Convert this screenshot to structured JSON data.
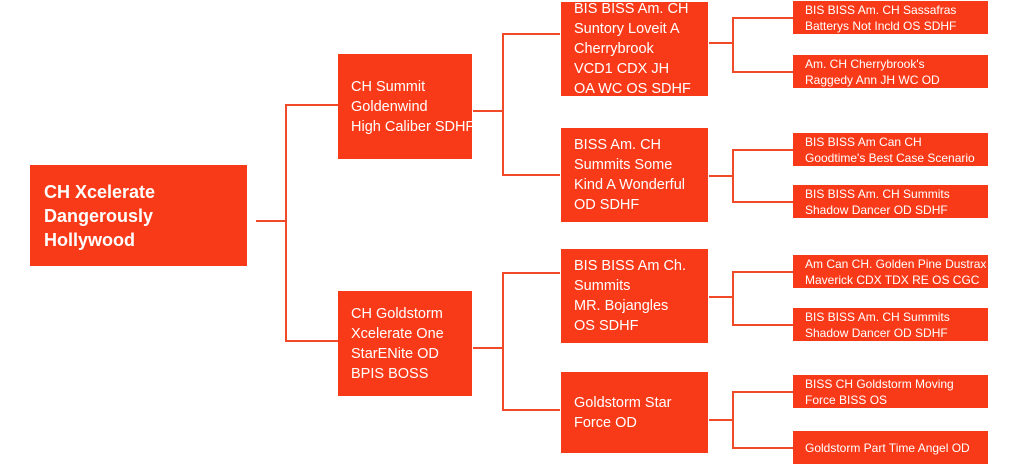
{
  "diagram": {
    "type": "pedigree-tree",
    "orientation": "left-to-right",
    "accent_color": "#f93a18",
    "connector_color": "#f04a28",
    "text_color": "#ffffff",
    "background_color": "#ffffff",
    "levels": 4
  },
  "root": {
    "id": "root",
    "lines": [
      "CH Xcelerate",
      "Dangerously",
      "Hollywood"
    ]
  },
  "level2": [
    {
      "id": "l2-0",
      "lines": [
        "CH Summit",
        "Goldenwind",
        "High Caliber SDHF"
      ]
    },
    {
      "id": "l2-1",
      "lines": [
        "CH Goldstorm",
        "Xcelerate One",
        "StarENite OD",
        "BPIS BOSS"
      ]
    }
  ],
  "level3": [
    {
      "id": "l3-0",
      "parent": "l2-0",
      "lines": [
        "BIS BISS Am. CH",
        "Suntory Loveit A",
        "Cherrybrook",
        "VCD1 CDX JH",
        "OA WC OS SDHF"
      ]
    },
    {
      "id": "l3-1",
      "parent": "l2-0",
      "lines": [
        "BISS Am. CH",
        "Summits Some",
        "Kind A Wonderful",
        "OD SDHF"
      ]
    },
    {
      "id": "l3-2",
      "parent": "l2-1",
      "lines": [
        "BIS BISS Am Ch.",
        "Summits",
        "MR. Bojangles",
        "OS SDHF"
      ]
    },
    {
      "id": "l3-3",
      "parent": "l2-1",
      "lines": [
        "Goldstorm Star",
        "Force OD"
      ]
    }
  ],
  "level4": [
    {
      "id": "l4-0",
      "parent": "l3-0",
      "lines": [
        "BIS BISS Am. CH Sassafras",
        "Batterys Not Incld OS SDHF"
      ]
    },
    {
      "id": "l4-1",
      "parent": "l3-0",
      "lines": [
        "Am. CH Cherrybrook's",
        "Raggedy Ann JH WC OD"
      ]
    },
    {
      "id": "l4-2",
      "parent": "l3-1",
      "lines": [
        "BIS BISS Am Can CH",
        "Goodtime's Best Case Scenario"
      ]
    },
    {
      "id": "l4-3",
      "parent": "l3-1",
      "lines": [
        "BIS BISS Am. CH Summits",
        "Shadow Dancer OD SDHF"
      ]
    },
    {
      "id": "l4-4",
      "parent": "l3-2",
      "lines": [
        "Am Can CH. Golden Pine Dustrax",
        "Maverick CDX TDX RE OS CGC"
      ]
    },
    {
      "id": "l4-5",
      "parent": "l3-2",
      "lines": [
        "BIS BISS Am. CH Summits",
        "Shadow Dancer OD SDHF"
      ]
    },
    {
      "id": "l4-6",
      "parent": "l3-3",
      "lines": [
        "BISS CH Goldstorm Moving",
        "Force BISS OS"
      ]
    },
    {
      "id": "l4-7",
      "parent": "l3-3",
      "lines": [
        "Goldstorm Part Time Angel OD"
      ]
    }
  ]
}
